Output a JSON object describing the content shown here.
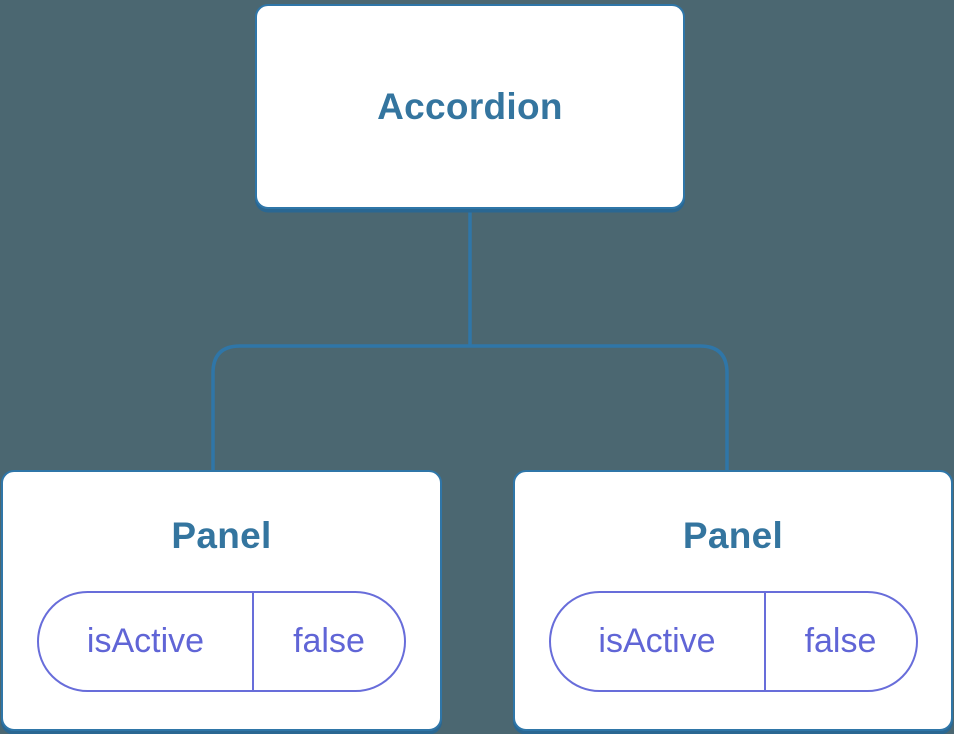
{
  "diagram": {
    "type": "component-tree",
    "root": {
      "label": "Accordion"
    },
    "panels": [
      {
        "label": "Panel",
        "state": {
          "name": "isActive",
          "value": "false"
        }
      },
      {
        "label": "Panel",
        "state": {
          "name": "isActive",
          "value": "false"
        }
      }
    ],
    "colors": {
      "background": "#4B6771",
      "node_fill": "#FFFFFF",
      "node_border": "#2F76A8",
      "node_shadow": "#2A6792",
      "title_text": "#34759F",
      "state_accent": "#686DDA",
      "state_text": "#6065D6"
    }
  }
}
